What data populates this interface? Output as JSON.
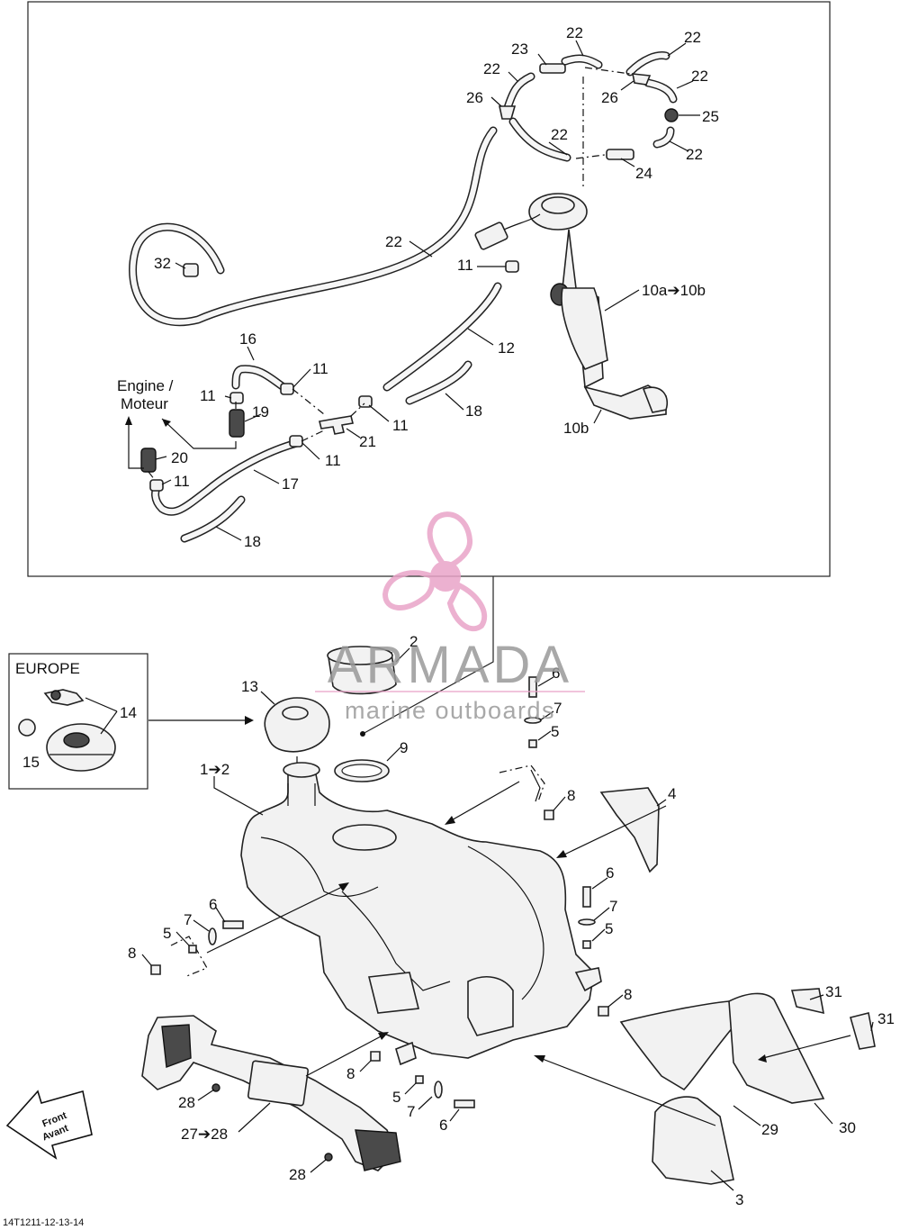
{
  "labels": {
    "l22a": "22",
    "l22b": "22",
    "l22c": "22",
    "l22d": "22",
    "l22e": "22",
    "l22f": "22",
    "l22g": "22",
    "l23": "23",
    "l26a": "26",
    "l26b": "26",
    "l25": "25",
    "l24": "24",
    "l32": "32",
    "l11a": "11",
    "l11b": "11",
    "l11c": "11",
    "l11d": "11",
    "l11e": "11",
    "l11f": "11",
    "l10a": "10a➔10b",
    "l12": "12",
    "l16": "16",
    "l19": "19",
    "l21": "21",
    "l18a": "18",
    "l18b": "18",
    "l10b": "10b",
    "l20": "20",
    "l17": "17",
    "engine_line1": "Engine /",
    "engine_line2": "Moteur",
    "europe": "EUROPE",
    "l14": "14",
    "l15": "15",
    "l13": "13",
    "l2": "2",
    "l9": "9",
    "l1": "1➔2",
    "l6a": "6",
    "l7a": "7",
    "l5a": "5",
    "l8a": "8",
    "l4": "4",
    "l6b": "6",
    "l7b": "7",
    "l5b": "5",
    "l8b": "8",
    "l6c": "6",
    "l7c": "7",
    "l5c": "5",
    "l8c": "8",
    "l8d": "8",
    "l5d": "5",
    "l7d": "7",
    "l6d": "6",
    "l31a": "31",
    "l31b": "31",
    "l30": "30",
    "l29": "29",
    "l3": "3",
    "l28a": "28",
    "l27": "27➔28",
    "l28b": "28",
    "front_line1": "Front",
    "front_line2": "Avant",
    "ref_code": "14T1211-12-13-14"
  },
  "watermark": {
    "brand": "ARMADA",
    "tagline": "marine outboards",
    "logo_color": "#e9a4c8",
    "text_color": "#9a9a9a"
  },
  "colors": {
    "line": "#222222",
    "part_fill": "#f2f2f2",
    "background": "#ffffff"
  }
}
